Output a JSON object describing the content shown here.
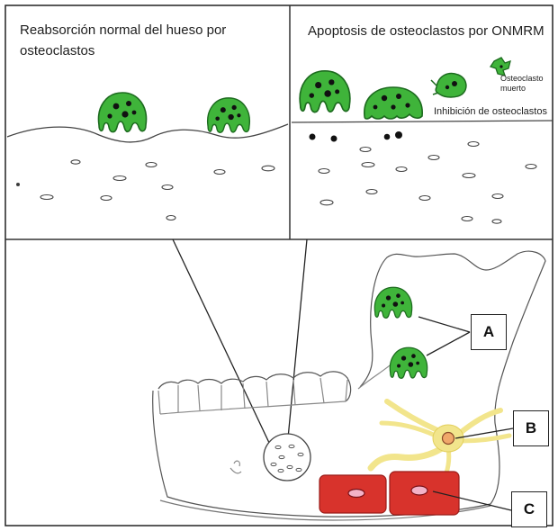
{
  "panels": {
    "left_title": "Reabsorción normal del hueso por osteoclastos",
    "right_title": "Apoptosis de osteoclastos por ONMRM"
  },
  "annotations": {
    "dead_osteoclast_line1": "Osteoclasto",
    "dead_osteoclast_line2": "muerto",
    "inhibition": "Inhibición de osteoclastos"
  },
  "labels": {
    "a": "A",
    "b": "B",
    "c": "C"
  },
  "colors": {
    "osteoclast_fill": "#3fb43a",
    "osteoclast_outline": "#1d6b1f",
    "nerve": "#f2e58c",
    "nerve_nucleus": "#f0a86a",
    "vessel": "#d8332c",
    "vessel_lumen": "#f3b2c8"
  }
}
